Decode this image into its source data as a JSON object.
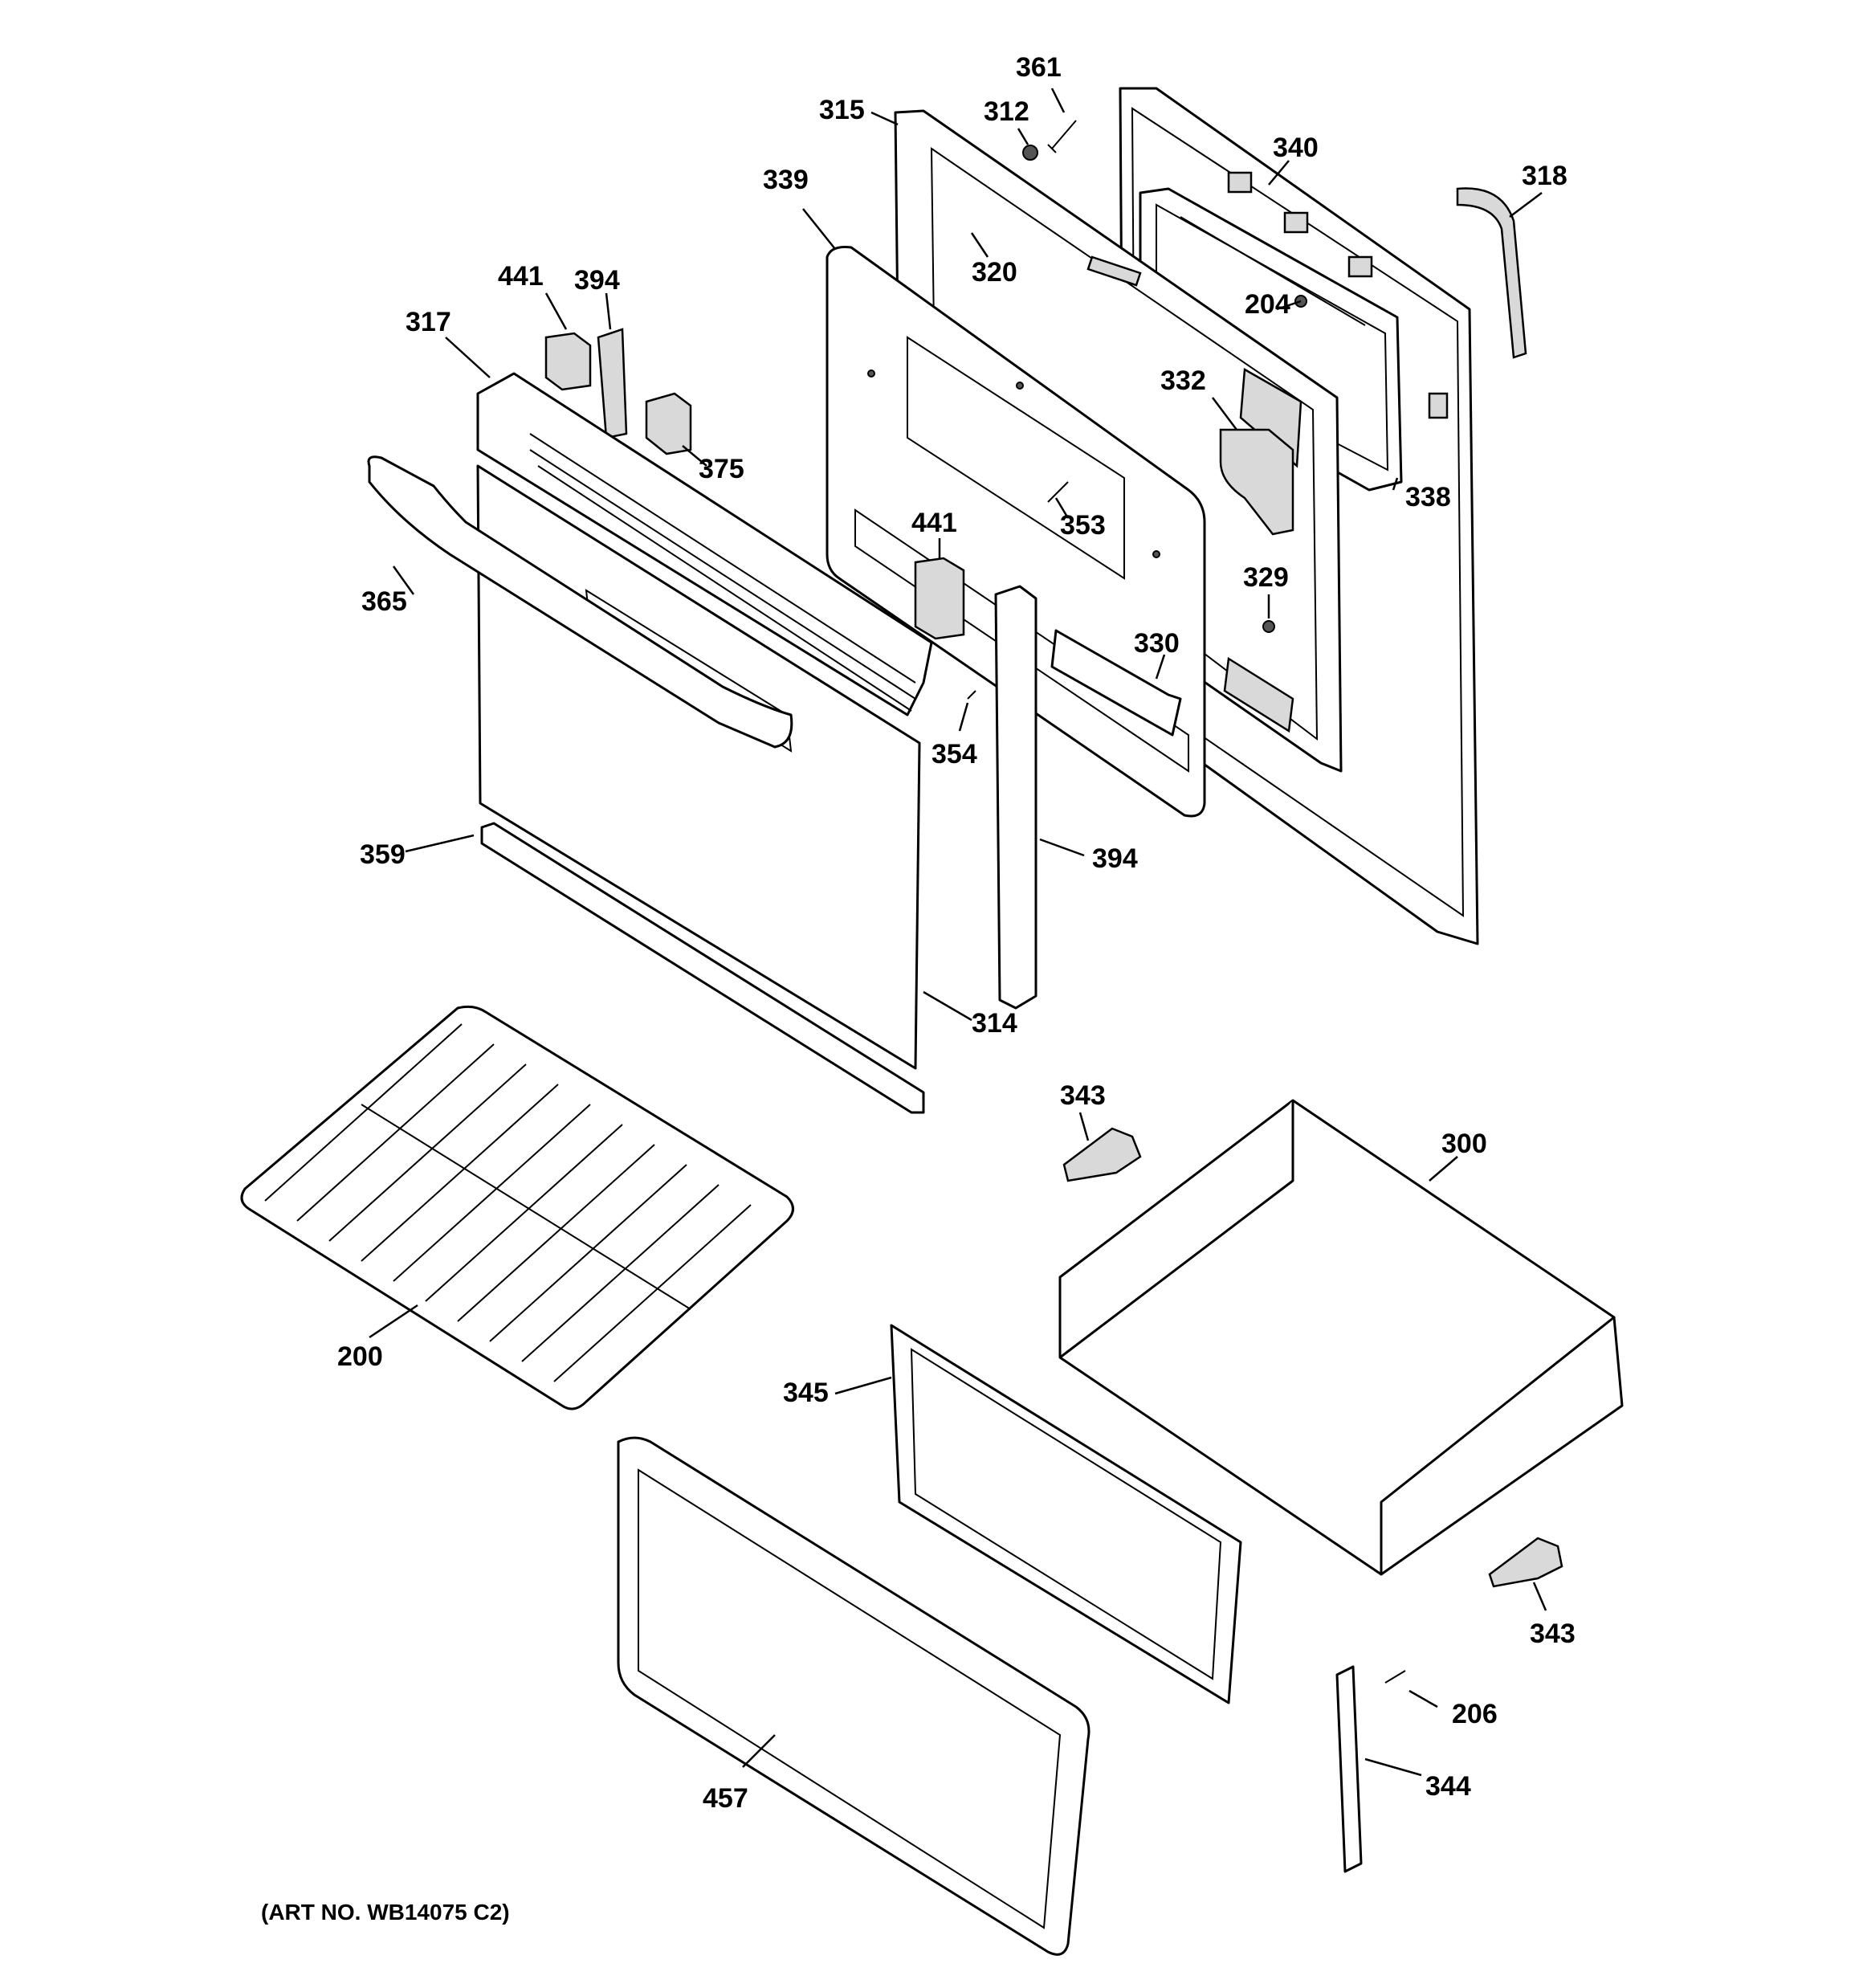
{
  "callouts": {
    "c361": "361",
    "c312": "312",
    "c315": "315",
    "c340": "340",
    "c318": "318",
    "c339": "339",
    "c320": "320",
    "c204": "204",
    "c441a": "441",
    "c394a": "394",
    "c317": "317",
    "c332": "332",
    "c375": "375",
    "c338": "338",
    "c353": "353",
    "c441b": "441",
    "c365": "365",
    "c329": "329",
    "c330": "330",
    "c354": "354",
    "c359": "359",
    "c394b": "394",
    "c314": "314",
    "c343a": "343",
    "c300": "300",
    "c200": "200",
    "c345": "345",
    "c343b": "343",
    "c206": "206",
    "c457": "457",
    "c344": "344"
  },
  "caption": "(ART NO. WB14075 C2)"
}
